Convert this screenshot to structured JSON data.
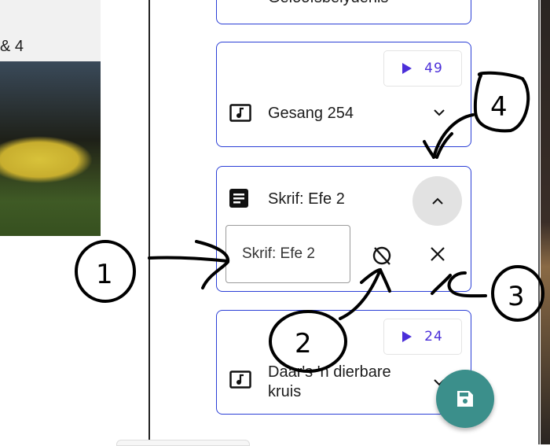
{
  "left_panel": {
    "title": "& 4"
  },
  "items": [
    {
      "title": "Geloofsbelydenis",
      "icon": "text-icon"
    },
    {
      "title": "Gesang 254",
      "icon": "music-note-icon",
      "play_count": "49"
    },
    {
      "title": "Skrif: Efe 2",
      "icon": "article-icon",
      "input_value": "Skrif: Efe 2",
      "expanded": true
    },
    {
      "title": "Daar's 'n dierbare kruis",
      "title_line1": "Daar's 'n dierbare",
      "title_line2": "kruis",
      "icon": "music-note-icon",
      "play_count": "24"
    }
  ],
  "annotations": [
    "1",
    "2",
    "3",
    "4"
  ],
  "colors": {
    "card_border": "#2b3fd6",
    "play_accent": "#4b2fd9",
    "fab": "#3b8f8b"
  }
}
